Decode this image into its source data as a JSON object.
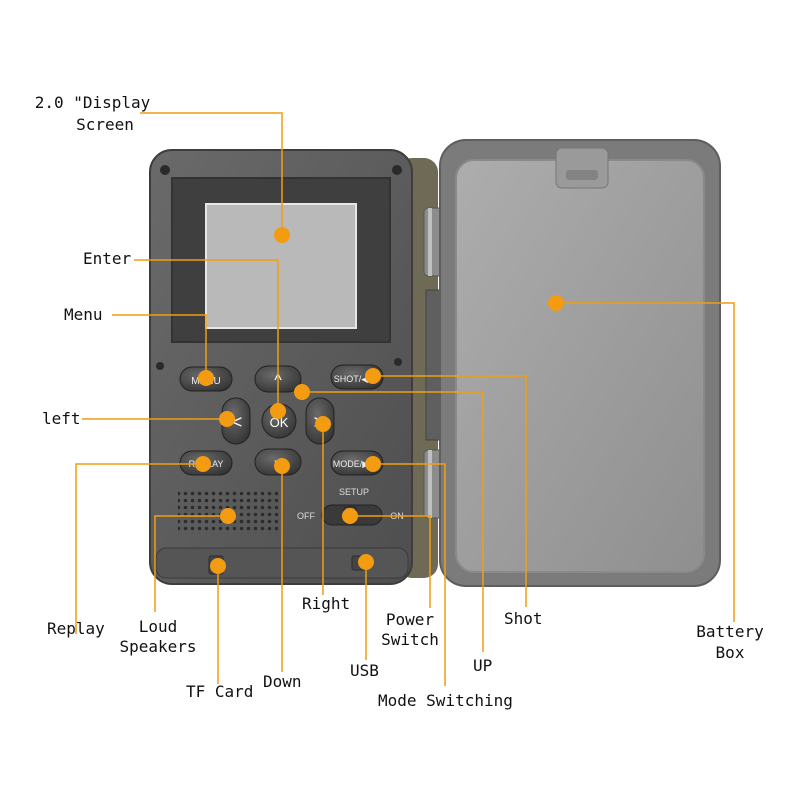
{
  "labels": {
    "display_screen_1": "2.0 \"Display",
    "display_screen_2": "Screen",
    "enter": "Enter",
    "menu": "Menu",
    "left": "left",
    "replay": "Replay",
    "loud_speakers_1": "Loud",
    "loud_speakers_2": "Speakers",
    "tf_card": "TF Card",
    "down": "Down",
    "right": "Right",
    "usb": "USB",
    "power_switch_1": "Power",
    "power_switch_2": "Switch",
    "mode_switching": "Mode Switching",
    "up": "UP",
    "shot": "Shot",
    "battery_box_1": "Battery",
    "battery_box_2": "Box"
  },
  "device_text": {
    "menu_btn": "MENU",
    "ok_btn": "OK",
    "shot_btn": "SHOT/◀",
    "replay_btn": "REPLAY",
    "mode_btn": "MODE/▶",
    "setup": "SETUP",
    "off": "OFF",
    "on": "ON"
  },
  "colors": {
    "callout": "#f39c12",
    "body": "#5c5c5c",
    "bezel": "#454545",
    "lid": "#7b7b7b",
    "lid_inner": "#a2a2a2",
    "housing": "#6f6a55"
  }
}
